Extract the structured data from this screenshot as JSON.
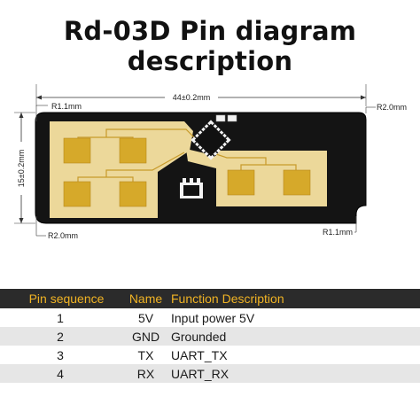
{
  "title": "Rd-03D Pin diagram description",
  "dimensions": {
    "width": "44±0.2mm",
    "height": "15±0.2mm",
    "r_top_left": "R1.1mm",
    "r_top_right": "R2.0mm",
    "r_bottom_left": "R2.0mm",
    "r_bottom_right": "R1.1mm"
  },
  "colors": {
    "board": "#141414",
    "antenna_area": "#ecd89a",
    "patch": "#d6a92a",
    "header_bg": "#2b2b2b",
    "header_text": "#f0b324"
  },
  "table": {
    "headers": [
      "Pin sequence",
      "Name",
      "Function Description"
    ],
    "rows": [
      {
        "pin": "1",
        "name": "5V",
        "function": "Input power 5V"
      },
      {
        "pin": "2",
        "name": "GND",
        "function": "Grounded"
      },
      {
        "pin": "3",
        "name": "TX",
        "function": "UART_TX"
      },
      {
        "pin": "4",
        "name": "RX",
        "function": "UART_RX"
      }
    ]
  }
}
